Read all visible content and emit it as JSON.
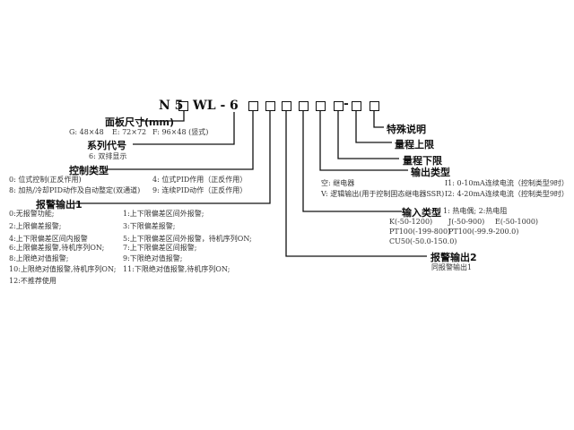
{
  "code": {
    "prefix": "N 5",
    "mid": "WL -",
    "series": "6",
    "dash": "-"
  },
  "panel": {
    "title": "面板尺寸(mm)",
    "options": [
      "G: 48×48",
      "E: 72×72",
      "F: 96×48 (竖式)"
    ]
  },
  "series": {
    "title": "系列代号",
    "options": [
      "6: 双排显示"
    ]
  },
  "control": {
    "title": "控制类型",
    "options": [
      "0: 位式控制(正反作用)",
      "4: 位式PID作用（正反作用）",
      "8: 加热/冷却PID动作及自动整定(双通道)",
      "9: 连续PID动作（正反作用）"
    ]
  },
  "alarm1": {
    "title": "报警输出1",
    "options": [
      "0:无报警功能;",
      "1:上下限偏差区间外报警;",
      "2:上限偏差报警;",
      "3:下限偏差报警;",
      "4:上下限偏差区间内报警",
      "5:上下限偏差区间外报警，待机序列ON;",
      "6:上限偏差报警,待机序列ON;",
      "7:上下限偏差区间报警;",
      "8:上限绝对值报警;",
      "9:下限绝对值报警;",
      "10:上限绝对值报警,待机序列ON;",
      "11:下限绝对值报警,待机序列ON;",
      "12:不推荐使用"
    ]
  },
  "special": {
    "title": "特殊说明"
  },
  "range_high": {
    "title": "量程上限"
  },
  "range_low": {
    "title": "量程下限"
  },
  "output": {
    "title": "输出类型",
    "options": [
      "空: 继电器",
      "V: 逻辑输出(用于控制固态继电器SSR)",
      "I1: 0-10mA连续电流（控制类型9时）",
      "I2: 4-20mA连续电流（控制类型9时）"
    ]
  },
  "input": {
    "title": "输入类型",
    "note": "1: 热电偶; 2:热电阻",
    "options": [
      "K(-50-1200)",
      "J(-50-900)",
      "E(-50-1000)",
      "PT100(-199-800)",
      "PT100(-99.9-200.0)",
      "CU50(-50.0-150.0)"
    ]
  },
  "alarm2": {
    "title": "报警输出2",
    "note": "同报警输出1"
  }
}
